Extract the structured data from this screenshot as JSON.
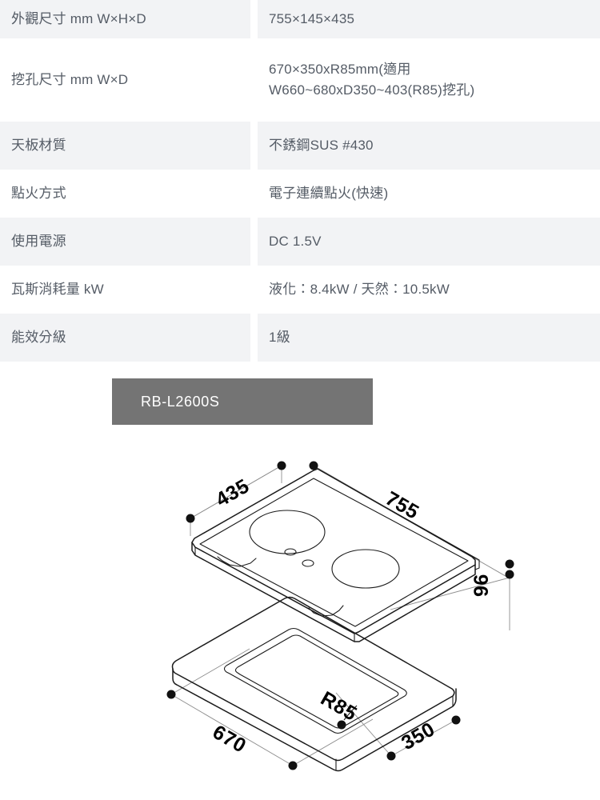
{
  "spec_table": {
    "rows": [
      {
        "label": "外觀尺寸 mm W×H×D",
        "values": [
          "755×145×435"
        ],
        "shaded": true,
        "height": "row-h60"
      },
      {
        "label": "挖孔尺寸 mm W×D",
        "values": [
          "670×350xR85mm(適用",
          "W660~680xD350~403(R85)挖孔)"
        ],
        "shaded": false,
        "height": "row-h104"
      },
      {
        "label": "天板材質",
        "values": [
          "不銹鋼SUS #430"
        ],
        "shaded": true,
        "height": "row-h66"
      },
      {
        "label": "點火方式",
        "values": [
          "電子連續點火(快速)"
        ],
        "shaded": false,
        "height": "row-h66"
      },
      {
        "label": "使用電源",
        "values": [
          "DC 1.5V"
        ],
        "shaded": true,
        "height": "row-h66"
      },
      {
        "label": "瓦斯消耗量 kW",
        "values": [
          "液化：8.4kW / 天然：10.5kW"
        ],
        "shaded": false,
        "height": "row-h66"
      },
      {
        "label": "能效分級",
        "values": [
          "1級"
        ],
        "shaded": true,
        "height": "row-h66"
      }
    ]
  },
  "model_badge": {
    "text": "RB-L2600S",
    "background": "#747474",
    "text_color": "#ffffff"
  },
  "drawing": {
    "caption_top": "cooktop-isometric",
    "caption_bottom": "countertop-cutout-isometric",
    "dimensions": {
      "cooktop_depth": "435",
      "cooktop_width": "755",
      "cooktop_height": "96",
      "cutout_width": "670",
      "cutout_depth": "350",
      "cutout_radius": "R85"
    }
  },
  "colors": {
    "row_shaded": "#f2f3f5",
    "row_plain": "#ffffff",
    "text": "#555c66",
    "line": "#1b1b1b",
    "dim_line": "#8d8d8d"
  }
}
